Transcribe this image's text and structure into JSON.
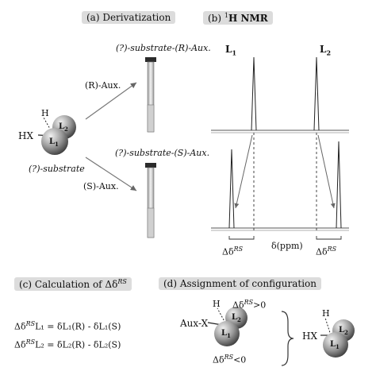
{
  "panels": {
    "a": "(a) Derivatization",
    "b_prefix": "(b) ",
    "b_sup": "1",
    "b_main": "H NMR",
    "c_main": "(c) Calculation of Δδ",
    "c_sup": "RS",
    "d": "(d) Assignment of configuration"
  },
  "derivatization": {
    "r_aux": "(R)-Aux.",
    "s_aux": "(S)-Aux.",
    "substrate": "(?)-substrate",
    "product_r": "(?)-substrate-(R)-Aux.",
    "product_s": "(?)-substrate-(S)-Aux.",
    "atom_h": "H",
    "atom_hx": "HX",
    "ligand_1": "L",
    "ligand_1_sub": "1",
    "ligand_2": "L",
    "ligand_2_sub": "2"
  },
  "nmr": {
    "l1": "L",
    "l1_sub": "1",
    "l2": "L",
    "l2_sub": "2",
    "axis": "δ(ppm)",
    "delta_left": "Δδ",
    "delta_right": "Δδ",
    "delta_sup": "RS"
  },
  "calculation": {
    "eq1_lhs": "Δδ",
    "eq1_sup": "RS",
    "eq1_rest": "L₁ = δL₁(R) - δL₁(S)",
    "eq2_lhs": "Δδ",
    "eq2_sup": "RS",
    "eq2_rest": "L₂ = δL₂(R) - δL₂(S)"
  },
  "assignment": {
    "aux_x": "Aux-X",
    "atom_h": "H",
    "positive": "Δδ",
    "positive_sup": "RS",
    "positive_rel": ">0",
    "negative": "Δδ",
    "negative_sup": "RS",
    "negative_rel": "<0",
    "atom_hx": "HX",
    "atom_h2": "H"
  }
}
